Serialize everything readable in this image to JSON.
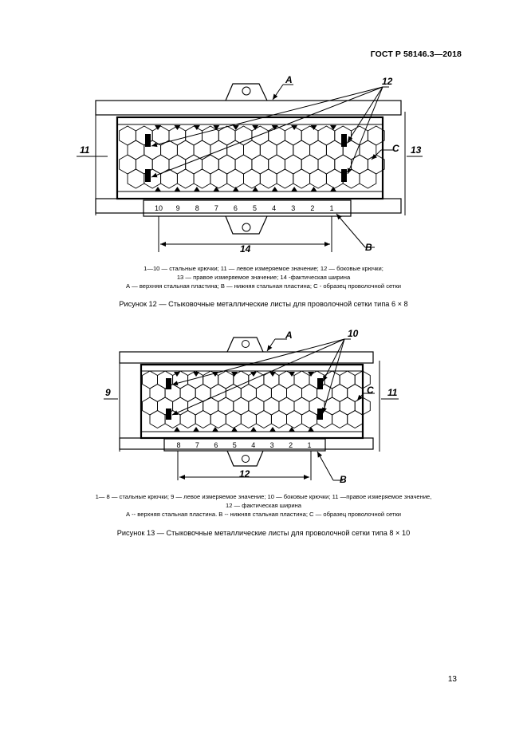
{
  "header": "ГОСТ Р 58146.3—2018",
  "figure12": {
    "hook_numbers": [
      "10",
      "9",
      "8",
      "7",
      "6",
      "5",
      "4",
      "3",
      "2",
      "1"
    ],
    "callouts": {
      "left": "11",
      "right": "13",
      "width": "14",
      "side_hooks": "12",
      "a": "A",
      "b": "B",
      "c": "C"
    },
    "legend": [
      "1—10 — стальные крючки; 11 — левое измеряемое значение; 12 — боковые крючки;",
      "13 — правое измеряемое значение; 14 -фактическая ширина",
      "А — верхняя стальная пластина; В — нижняя стальная пластина; С - образец проволочной сетки"
    ],
    "caption": "Рисунок 12 — Стыковочные металлические листы для проволочной сетки типа 6 × 8"
  },
  "figure13": {
    "hook_numbers": [
      "8",
      "7",
      "6",
      "5",
      "4",
      "3",
      "2",
      "1"
    ],
    "callouts": {
      "left": "9",
      "right": "11",
      "width": "12",
      "side_hooks": "10",
      "a": "A",
      "b": "B",
      "c": "C"
    },
    "legend": [
      "1— 8 — стальные крючки; 9 — левое измеряемое значение; 10 — боковые крючки; 11 —правое измеряемое значение,",
      "12 — фактическая ширина",
      "А -- верхняя стальная пластина. В -- нижняя стальная пластина; С — образец проволочной сетки"
    ],
    "caption": "Рисунок 13 — Стыковочные металлические листы для проволочной сетки типа 8 × 10"
  },
  "page_number": "13"
}
